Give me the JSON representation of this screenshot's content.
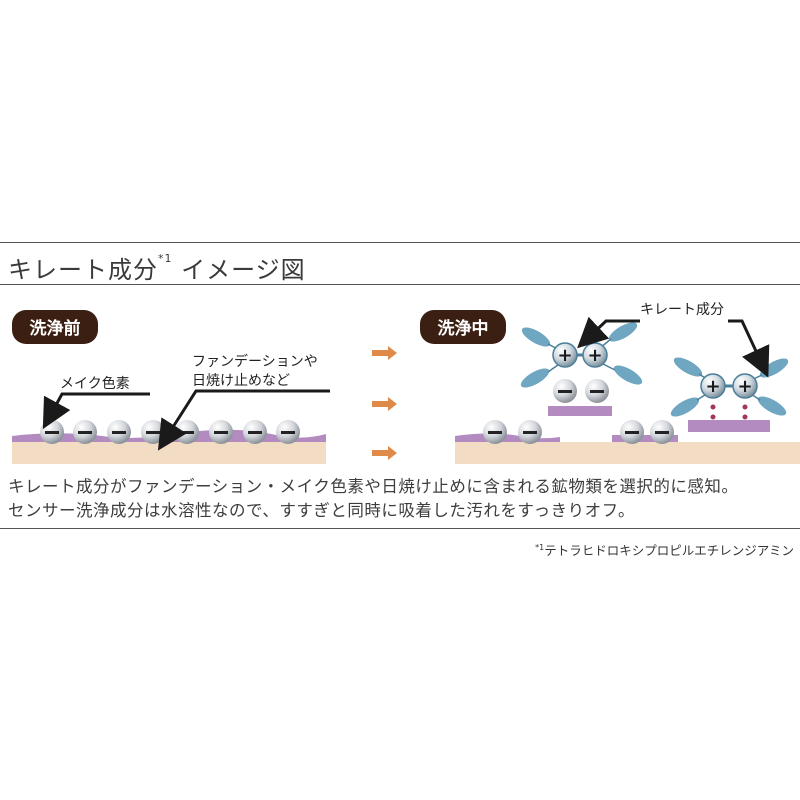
{
  "title": {
    "text": "キレート成分",
    "mark": "*1",
    "suffix": "イメージ図"
  },
  "panels": {
    "before": {
      "badge": "洗浄前"
    },
    "during": {
      "badge": "洗浄中"
    }
  },
  "labels": {
    "makeup_pigment": "メイク色素",
    "foundation_line1": "ファンデーションや",
    "foundation_line2": "日焼け止めなど",
    "chelate": "キレート成分"
  },
  "ions": {
    "negative": "−",
    "positive": "+"
  },
  "description": {
    "line1": "キレート成分がファンデーション・メイク色素や日焼け止めに含まれる鉱物類を選択的に感知。",
    "line2": "センサー洗浄成分は水溶性なので、すすぎと同時に吸着した汚れをすっきりオフ。"
  },
  "footnote": {
    "mark": "*1",
    "text": "テトラヒドロキシプロピルエチレンジアミン"
  },
  "colors": {
    "badge_bg": "#3b1f12",
    "skin": "#f2dcc4",
    "dirt_layer": "#b38bc0",
    "arrow": "#e08a4a",
    "leaf": "#6fa6c1",
    "chelate_dot": "#a4355a"
  }
}
